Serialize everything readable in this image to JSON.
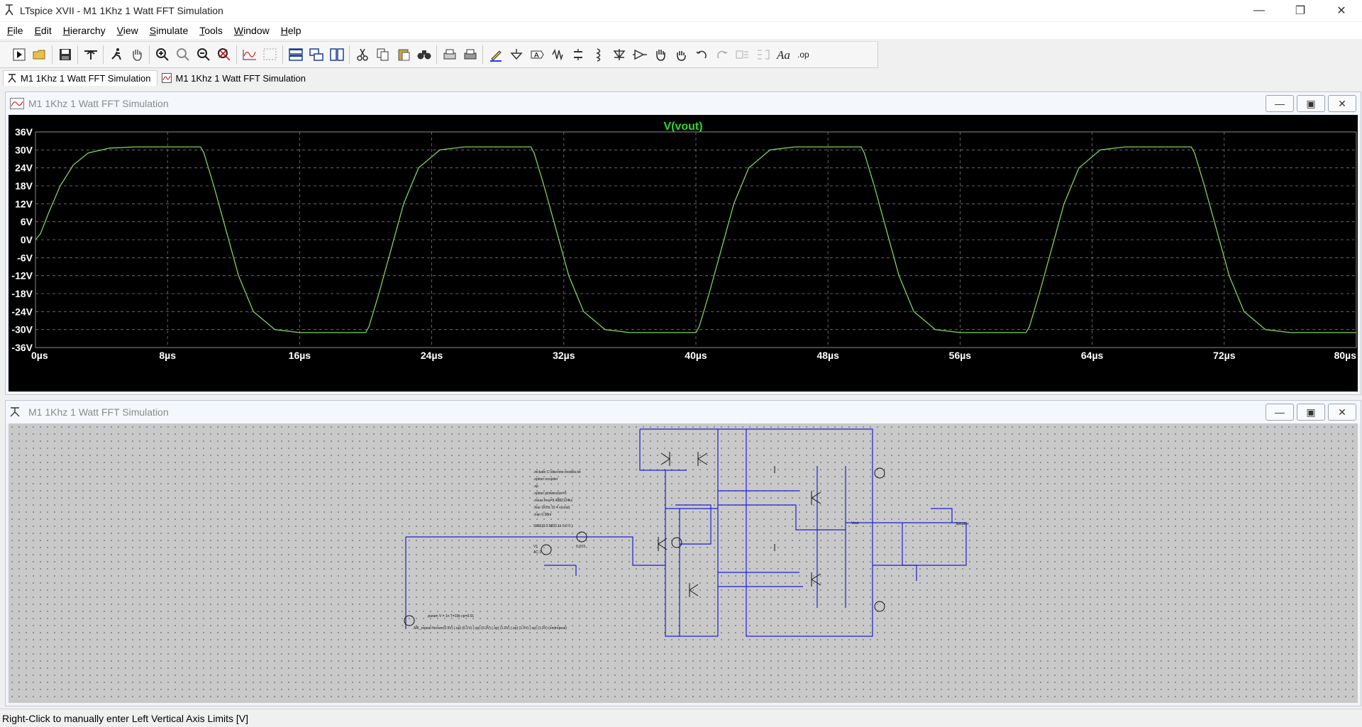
{
  "window": {
    "title": "LTspice XVII - M1 1Khz 1 Watt FFT Simulation",
    "minimize": "—",
    "maximize": "❐",
    "close": "✕"
  },
  "menu": [
    {
      "label": "File",
      "underline": "F",
      "rest": "ile"
    },
    {
      "label": "Edit",
      "underline": "E",
      "rest": "dit"
    },
    {
      "label": "Hierarchy",
      "underline": "H",
      "rest": "ierarchy"
    },
    {
      "label": "View",
      "underline": "V",
      "rest": "iew"
    },
    {
      "label": "Simulate",
      "underline": "S",
      "rest": "imulate"
    },
    {
      "label": "Tools",
      "underline": "T",
      "rest": "ools"
    },
    {
      "label": "Window",
      "underline": "W",
      "rest": "indow"
    },
    {
      "label": "Help",
      "underline": "H",
      "rest": "elp"
    }
  ],
  "toolbar_icons": [
    "run-icon",
    "open-icon",
    "save-icon",
    "control-panel-icon",
    "run-man-icon",
    "pan-hand-icon",
    "zoom-in-icon",
    "zoom-area-icon",
    "zoom-out-icon",
    "zoom-fit-icon",
    "autorange-icon",
    "grid-icon",
    "tile-horizontal-icon",
    "cascade-icon",
    "tile-vertical-icon",
    "cut-icon",
    "copy-icon",
    "paste-icon",
    "find-icon",
    "print-preview-icon",
    "print-icon",
    "wire-pencil-icon",
    "ground-icon",
    "label-icon",
    "resistor-icon",
    "capacitor-icon",
    "inductor-icon",
    "diode-icon",
    "component-icon",
    "move-hand-icon",
    "drag-hand-icon",
    "undo-icon",
    "redo-icon",
    "rotate-icon",
    "mirror-icon",
    "text-icon",
    "spice-directive-icon"
  ],
  "tabs": [
    {
      "label": "M1 1Khz 1 Watt FFT Simulation",
      "icon": "schematic-icon",
      "active": true
    },
    {
      "label": "M1 1Khz 1 Watt FFT Simulation",
      "icon": "waveform-icon",
      "active": false
    }
  ],
  "waveform_window": {
    "title": "M1 1Khz 1 Watt FFT Simulation",
    "trace_label": "V(vout)"
  },
  "schematic_window": {
    "title": "M1 1Khz 1 Watt FFT Simulation",
    "directives": [
      ".include C:\\discrete.models.txt",
      ".option noopiter",
      ".op",
      ".option plotwinsize=0",
      ".meas freq=9.4882124ks",
      ".four 1KHz 10 4 v(vout)",
      ".tran 0.08m",
      "SINE(0 0.9833 1k 0 0 0 )",
      ".param V = 1n T=10k cp=0.01",
      ".MK_repeat forever(0.5V) (.op) (0.1V) (.op) (0.3V) (.op) (1.0V) (.op) (1.0V) (.op) (1.0V) (endrepeat)"
    ],
    "labels": {
      "v1": "V1",
      "v1_val": "AC 1",
      "v2": "V2",
      "v2_val": "0.0V3",
      "vout": "Vout",
      "speaker": "Speaker"
    }
  },
  "status": {
    "text": "Right-Click to manually enter Left Vertical Axis Limits [V]"
  },
  "chart_data": {
    "type": "line",
    "title": "V(vout)",
    "xlabel": "",
    "ylabel": "",
    "xlim": [
      0,
      80
    ],
    "ylim": [
      -36,
      36
    ],
    "x_ticks": [
      "0µs",
      "8µs",
      "16µs",
      "24µs",
      "32µs",
      "40µs",
      "48µs",
      "56µs",
      "64µs",
      "72µs",
      "80µs"
    ],
    "y_ticks": [
      "36V",
      "30V",
      "24V",
      "18V",
      "12V",
      "6V",
      "0V",
      "-6V",
      "-12V",
      "-18V",
      "-24V",
      "-30V",
      "-36V"
    ],
    "grid": true,
    "series": [
      {
        "name": "V(vout)",
        "color": "#7cd45a",
        "x": [
          0,
          0.3,
          0.8,
          1.5,
          2.3,
          3.2,
          4.5,
          6,
          10,
          10.2,
          10.8,
          11.5,
          12.3,
          13.2,
          14.5,
          16,
          20,
          20.2,
          20.8,
          21.5,
          22.3,
          23.2,
          24.5,
          26,
          30,
          30.2,
          30.8,
          31.5,
          32.3,
          33.2,
          34.5,
          36,
          40,
          40.2,
          40.8,
          41.5,
          42.3,
          43.2,
          44.5,
          46,
          50,
          50.2,
          50.8,
          51.5,
          52.3,
          53.2,
          54.5,
          56,
          60,
          60.2,
          60.8,
          61.5,
          62.3,
          63.2,
          64.5,
          66,
          70,
          70.2,
          70.8,
          71.5,
          72.3,
          73.2,
          74.5,
          76,
          80
        ],
        "y": [
          0,
          2,
          9,
          18,
          25,
          29,
          30.6,
          31,
          31,
          29,
          18,
          4,
          -12,
          -24,
          -30,
          -31,
          -31,
          -29,
          -18,
          -4,
          12,
          24,
          30,
          31,
          31,
          29,
          18,
          4,
          -12,
          -24,
          -30,
          -31,
          -31,
          -29,
          -18,
          -4,
          12,
          24,
          30,
          31,
          31,
          29,
          18,
          4,
          -12,
          -24,
          -30,
          -31,
          -31,
          -29,
          -18,
          -4,
          12,
          24,
          30,
          31,
          31,
          29,
          18,
          4,
          -12,
          -24,
          -30,
          -31,
          -31
        ]
      }
    ]
  }
}
